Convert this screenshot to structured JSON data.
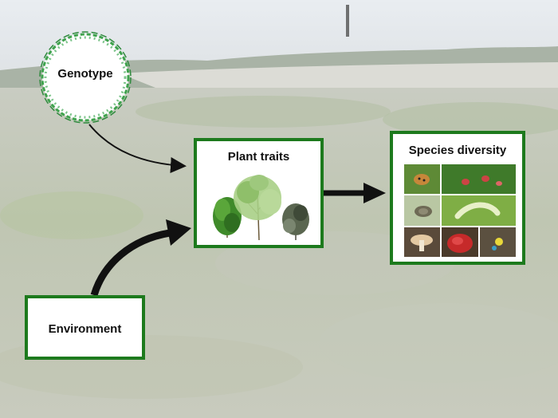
{
  "diagram": {
    "genotype": {
      "label": "Genotype",
      "icon": "dna-strand-ring-icon"
    },
    "environment": {
      "label": "Environment"
    },
    "plant_traits": {
      "label": "Plant traits",
      "image": "plant-illustrations"
    },
    "species_diversity": {
      "label": "Species diversity",
      "photos": [
        "beetle-photo",
        "leaf-insects-photo",
        "aphid-photo",
        "caterpillar-photo",
        "mushroom-photo",
        "red-fungus-photo",
        "small-insect-photo"
      ]
    },
    "colors": {
      "box_border": "#1d7a1d",
      "arrow": "#111111",
      "dna": "#3fa34d"
    }
  }
}
